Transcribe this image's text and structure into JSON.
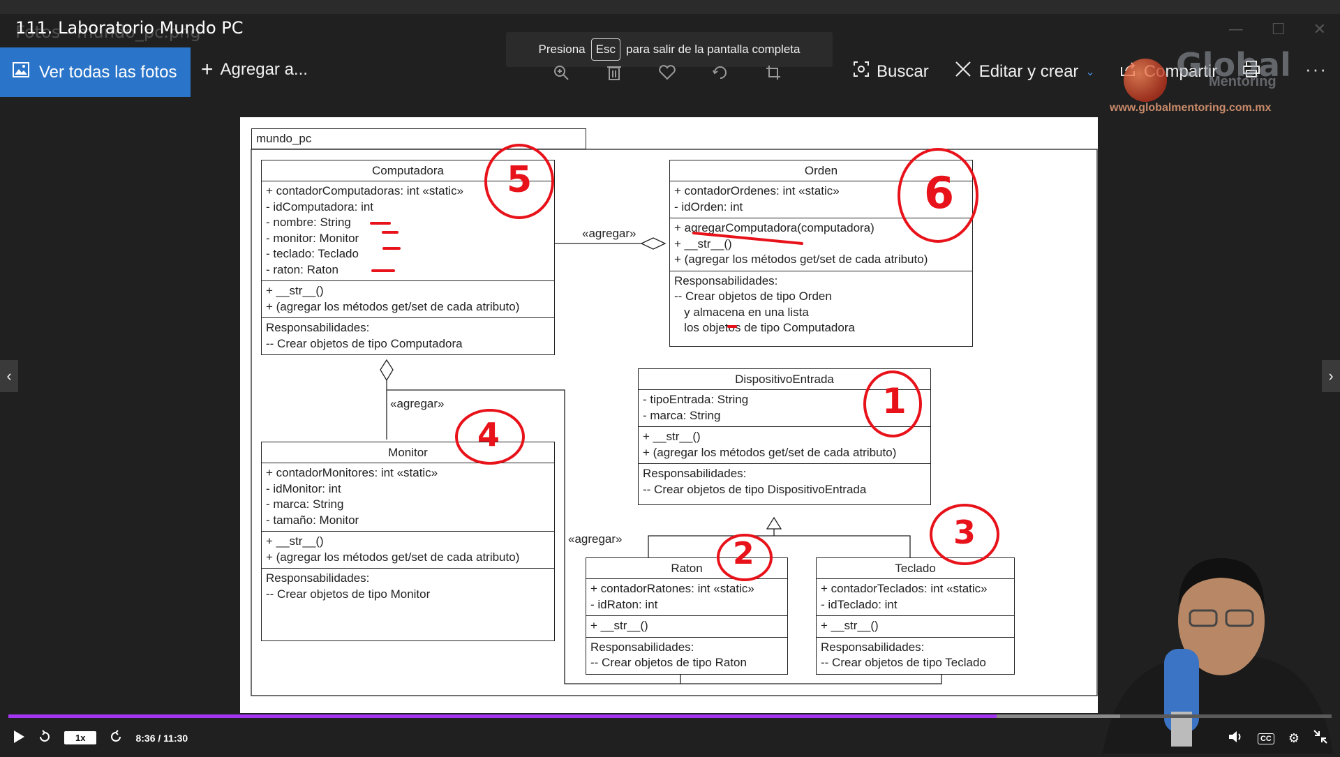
{
  "window": {
    "ghost_title": "Fotos - mundo_pc.png",
    "video_title": "111. Laboratorio Mundo PC",
    "controls": [
      "—",
      "☐",
      "✕"
    ]
  },
  "fullscreen_toast": {
    "before": "Presiona",
    "key": "Esc",
    "after": "para salir de la pantalla completa"
  },
  "toolbar": {
    "view_all": "Ver todas las fotos",
    "add_to": "Agregar a...",
    "icons": [
      "zoom-icon",
      "delete-icon",
      "heart-icon",
      "rotate-icon",
      "crop-icon"
    ],
    "search": "Buscar",
    "edit_create": "Editar y crear",
    "share": "Compartir",
    "more": "···"
  },
  "logo": {
    "word": "Global",
    "word2": "Mentoring",
    "url": "www.globalmentoring.com.mx"
  },
  "diagram": {
    "package": "mundo_pc",
    "computadora": {
      "name": "Computadora",
      "attrs": [
        "+ contadorComputadoras: int «static»",
        "- idComputadora: int",
        "- nombre: String",
        "- monitor: Monitor",
        "- teclado: Teclado",
        "- raton: Raton"
      ],
      "methods": [
        "+ __str__()",
        "+ (agregar los métodos get/set de cada atributo)"
      ],
      "resp": [
        "Responsabilidades:",
        "-- Crear objetos de tipo Computadora"
      ]
    },
    "orden": {
      "name": "Orden",
      "attrs": [
        "+ contadorOrdenes: int «static»",
        "- idOrden: int"
      ],
      "methods": [
        "+ agregarComputadora(computadora)",
        "+ __str__()",
        "+ (agregar los métodos get/set de cada atributo)"
      ],
      "resp": [
        "Responsabilidades:",
        "-- Crear objetos de tipo Orden",
        "   y almacena en una lista",
        "   los objetos de tipo Computadora"
      ]
    },
    "dispositivo": {
      "name": "DispositivoEntrada",
      "attrs": [
        "- tipoEntrada: String",
        "- marca: String"
      ],
      "methods": [
        "+ __str__()",
        "+ (agregar los métodos get/set de cada atributo)"
      ],
      "resp": [
        "Responsabilidades:",
        "-- Crear objetos de tipo DispositivoEntrada"
      ]
    },
    "monitor": {
      "name": "Monitor",
      "attrs": [
        "+ contadorMonitores: int «static»",
        "- idMonitor: int",
        "- marca: String",
        "- tamaño: Monitor"
      ],
      "methods": [
        "+ __str__()",
        "+ (agregar los métodos get/set de cada atributo)"
      ],
      "resp": [
        "Responsabilidades:",
        "-- Crear objetos de tipo Monitor"
      ]
    },
    "raton": {
      "name": "Raton",
      "attrs": [
        "+ contadorRatones: int «static»",
        "- idRaton: int"
      ],
      "methods": [
        "+ __str__()"
      ],
      "resp": [
        "Responsabilidades:",
        "-- Crear objetos de tipo Raton"
      ]
    },
    "teclado": {
      "name": "Teclado",
      "attrs": [
        "+ contadorTeclados: int «static»",
        "- idTeclado: int"
      ],
      "methods": [
        "+ __str__()"
      ],
      "resp": [
        "Responsabilidades:",
        "-- Crear objetos de tipo Teclado"
      ]
    },
    "stereotypes": {
      "s1": "«agregar»",
      "s2": "«agregar»",
      "s3": "«agregar»"
    },
    "annotations": [
      "5",
      "6",
      "1",
      "4",
      "2",
      "3"
    ]
  },
  "player": {
    "speed": "1x",
    "time": "8:36 / 11:30",
    "progress": 0.747,
    "buffered": 0.84,
    "icons": [
      "play-icon",
      "rewind-icon",
      "forward-icon",
      "volume-icon",
      "captions-icon",
      "settings-icon",
      "exit-fullscreen-icon"
    ],
    "cc": "CC"
  },
  "colors": {
    "accent": "#2a75c9",
    "progress": "#a435f0",
    "ink": "#e8121a"
  }
}
